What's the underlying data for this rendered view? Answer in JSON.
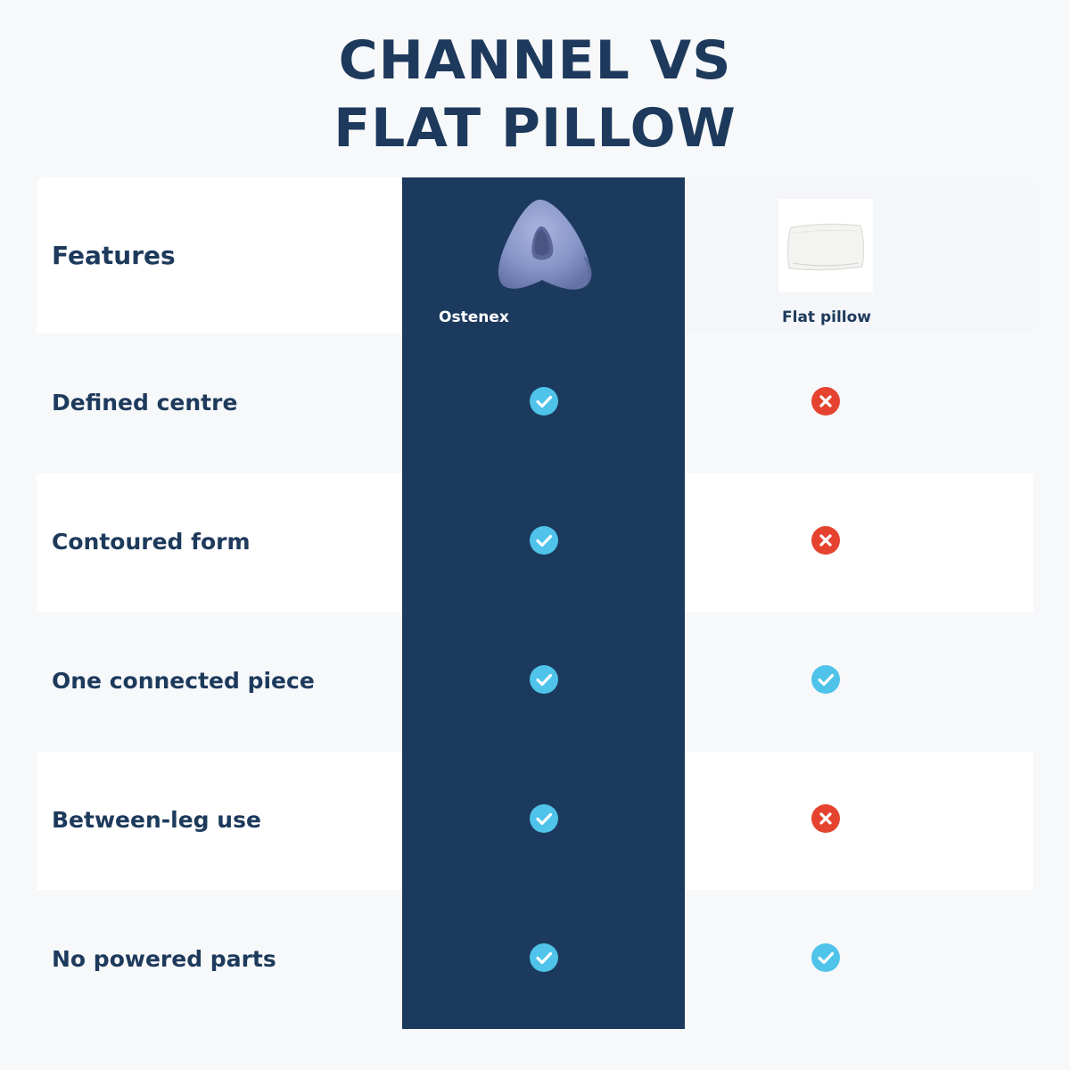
{
  "title": {
    "line1": "CHANNEL VS",
    "line2": "FLAT PILLOW"
  },
  "header": {
    "features_label": "Features",
    "columns": [
      {
        "name": "Ostenex",
        "image": "knee-pillow-icon"
      },
      {
        "name": "Flat pillow",
        "image": "flat-pillow-icon"
      }
    ]
  },
  "rows": [
    {
      "feature": "Defined centre",
      "ostenex": "check",
      "flat": "cross"
    },
    {
      "feature": "Contoured form",
      "ostenex": "check",
      "flat": "cross"
    },
    {
      "feature": "One connected piece",
      "ostenex": "check",
      "flat": "check"
    },
    {
      "feature": "Between-leg use",
      "ostenex": "check",
      "flat": "cross"
    },
    {
      "feature": "No powered parts",
      "ostenex": "check",
      "flat": "check"
    }
  ],
  "colors": {
    "navy": "#1c3a5d",
    "check": "#4fc3ea",
    "cross": "#e5432f",
    "background": "#f7f8fa"
  }
}
